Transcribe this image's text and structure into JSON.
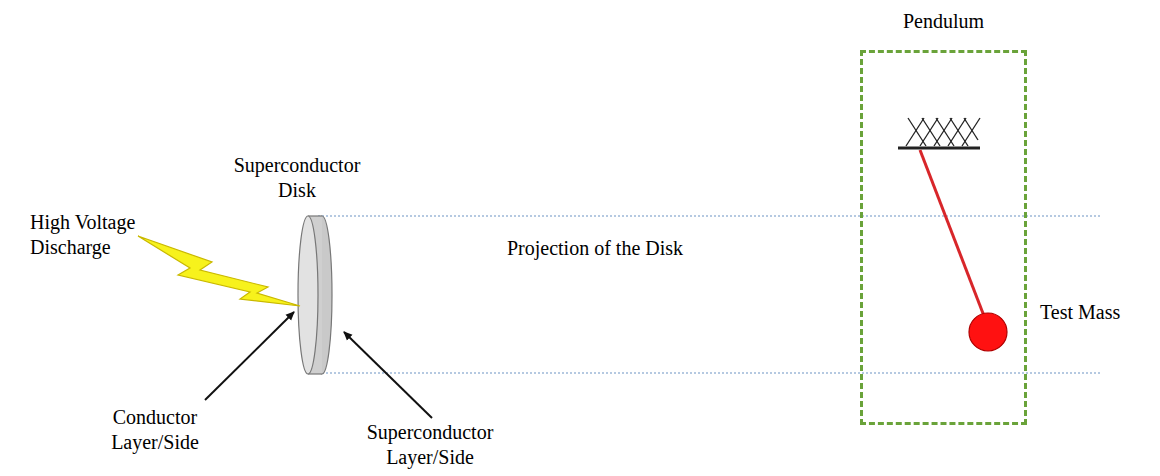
{
  "diagram": {
    "nodes": [
      {
        "text": [
          "Pendulum"
        ]
      }
    ],
    "labels": [
      "Superconductor Disk",
      "High Voltage Discharge",
      "Projection of the Disk",
      "Test Mass",
      "Conductor Layer/Side",
      "Superconductor Layer/Side"
    ]
  }
}
